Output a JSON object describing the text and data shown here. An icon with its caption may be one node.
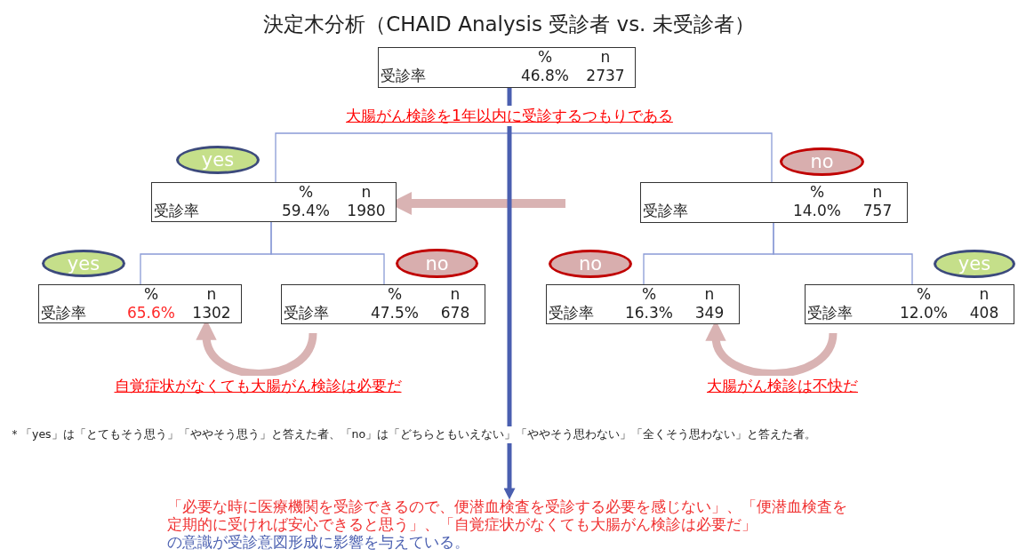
{
  "diagram": {
    "title": "決定木分析（CHAID Analysis 受診者 vs. 未受診者）",
    "nodes": [
      {
        "text": [
          "%",
          "n",
          "受診率",
          "46.8%",
          "2737"
        ]
      },
      {
        "text": [
          "%",
          "n",
          "受診率",
          "59.4%",
          "1980"
        ]
      },
      {
        "text": [
          "%",
          "n",
          "受診率",
          "14.0%",
          "757"
        ]
      },
      {
        "text": [
          "%",
          "n",
          "受診率",
          "65.6%",
          "1302"
        ]
      },
      {
        "text": [
          "%",
          "n",
          "受診率",
          "47.5%",
          "678"
        ]
      },
      {
        "text": [
          "%",
          "n",
          "受診率",
          "16.3%",
          "349"
        ]
      },
      {
        "text": [
          "%",
          "n",
          "受診率",
          "12.0%",
          "408"
        ]
      },
      {
        "text": [
          "yes"
        ]
      },
      {
        "text": [
          "no"
        ]
      },
      {
        "text": [
          "yes"
        ]
      },
      {
        "text": [
          "no"
        ]
      },
      {
        "text": [
          "no"
        ]
      },
      {
        "text": [
          "yes"
        ]
      },
      {
        "text": [
          "「必要な時に医療機関を受診できるので、便潜血検査を受診する必要を感じない」、「便潜血検査を定期的に受ければ安心できると思う」、「自覚症状がなくても大腸がん検診は必要だ」",
          "の意識が受診意図形成に影響を与えている。"
        ]
      }
    ],
    "edges": [
      {
        "from": 0,
        "to": 1,
        "arrow": "none"
      },
      {
        "from": 0,
        "to": 2,
        "arrow": "none"
      },
      {
        "from": 1,
        "to": 3,
        "arrow": "none"
      },
      {
        "from": 1,
        "to": 4,
        "arrow": "none"
      },
      {
        "from": 2,
        "to": 5,
        "arrow": "none"
      },
      {
        "from": 2,
        "to": 6,
        "arrow": "none"
      },
      {
        "from": 4,
        "to": 3,
        "arrow": "to",
        "style": "thick",
        "color": "#d9b3b3",
        "label": "自覚症状がなくても大腸がん検診は必要だ"
      },
      {
        "from": 6,
        "to": 5,
        "arrow": "to",
        "style": "thick",
        "color": "#d9b3b3",
        "label": "大腸がん検診は不快だ"
      },
      {
        "from": null,
        "to": 1,
        "arrow": "to",
        "style": "thick",
        "color": "#d9b3b3"
      },
      {
        "from": 0,
        "to": 13,
        "arrow": "to",
        "style": "thick",
        "color": "#4a5fb0"
      }
    ],
    "labels": [
      "大腸がん検診を1年以内に受診するつもりである",
      "＊「yes」は「とてもそう思う」「ややそう思う」と答えた者、「no」は「どちらともいえない」「ややそう思わない」「全くそう思わない」と答えた者。"
    ]
  }
}
